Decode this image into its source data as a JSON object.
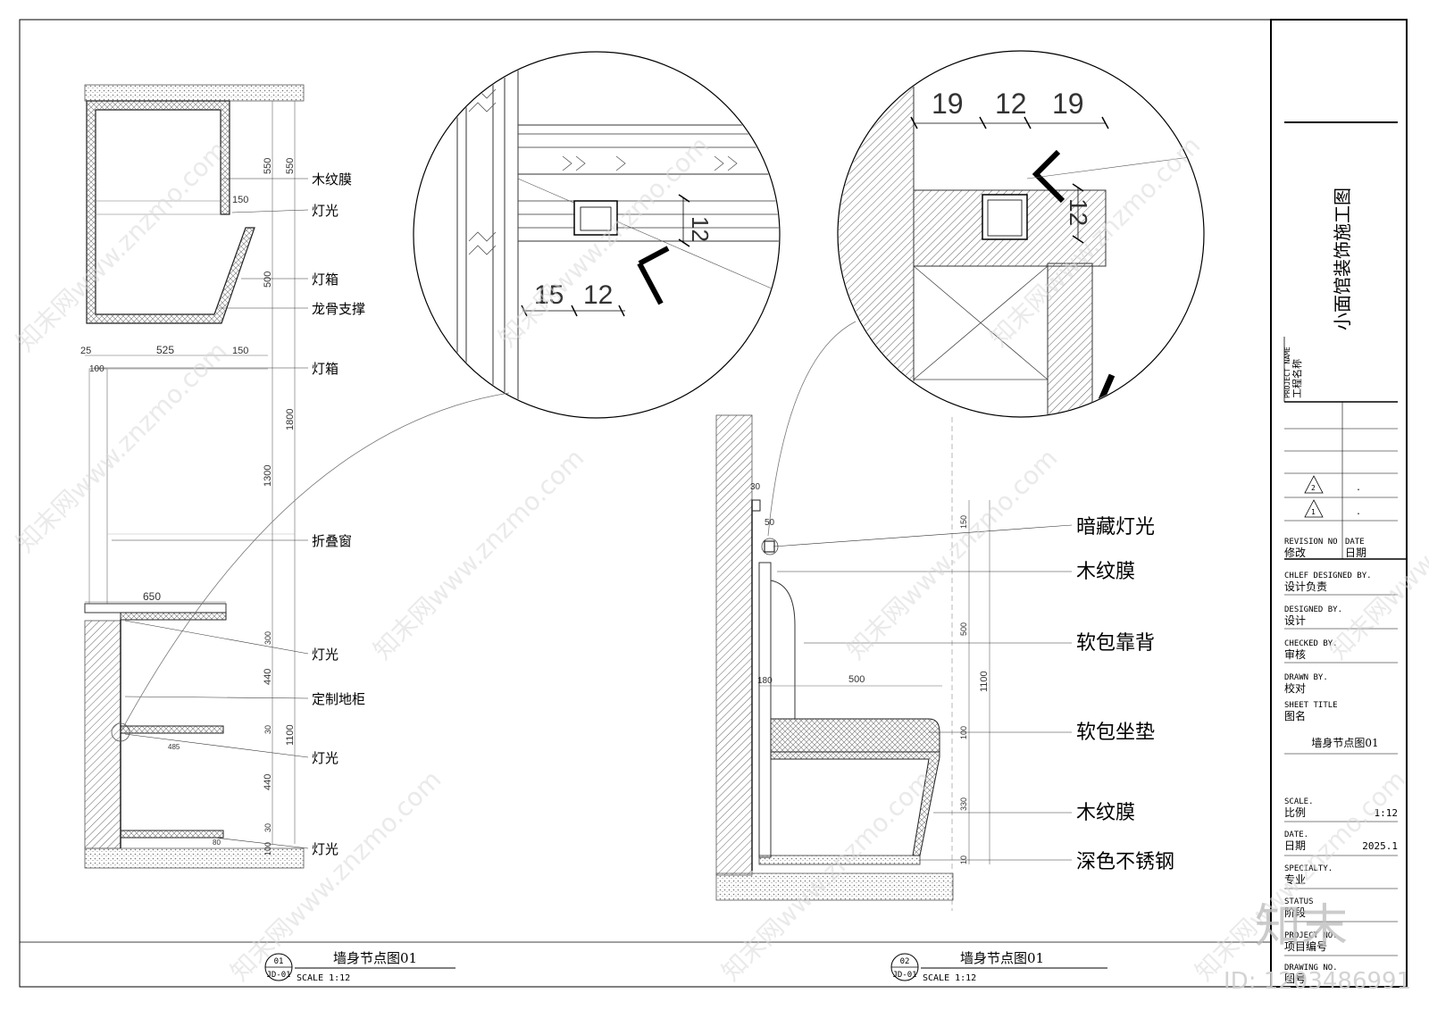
{
  "sheet": {
    "project_title": "小面馆装饰施工图",
    "project_name_en": "PROJECT NAME",
    "project_name_cn": "工程名称",
    "revision_rows": [
      "2",
      "1"
    ],
    "revision_dots": [
      ".",
      "."
    ],
    "revision_en": "REVISION NO",
    "revision_cn": "修改",
    "date_en": "DATE",
    "date_cn": "日期",
    "chief_en": "CHLEF DESIGNED BY.",
    "chief_cn": "设计负责",
    "designed_en": "DESIGNED BY.",
    "designed_cn": "设计",
    "checked_en": "CHECKED BY.",
    "checked_cn": "审核",
    "drawn_en": "DRAWN BY.",
    "drawn_cn": "校对",
    "sheet_title_en": "SHEET TITLE",
    "sheet_title_cn": "图名",
    "sheet_title_value": "墙身节点图01",
    "scale_en": "SCALE.",
    "scale_cn": "比例",
    "scale_value": "1:12",
    "date2_en": "DATE.",
    "date2_cn": "日期",
    "date2_value": "2025.1",
    "specialty_en": "SPECIALTY.",
    "specialty_cn": "专业",
    "status_en": "STATUS",
    "status_cn": "阶段",
    "project_no_en": "PROJECT NO.",
    "project_no_cn": "项目编号",
    "drawing_no_en": "DRAWING NO.",
    "drawing_no_cn": "图号"
  },
  "drawing1": {
    "labels": [
      "木纹膜",
      "灯光",
      "灯箱",
      "龙骨支撑",
      "灯箱",
      "折叠窗",
      "灯光",
      "定制地柜",
      "灯光",
      "灯光"
    ],
    "dims_right": [
      "550",
      "550",
      "500",
      "1800",
      "1300",
      "300",
      "440",
      "30",
      "1100",
      "440",
      "30",
      "100"
    ],
    "dims_top": [
      "25",
      "525",
      "150",
      "150",
      "100",
      "650",
      "485",
      "80"
    ],
    "title": "墙身节点图01",
    "number": "01",
    "code": "JD-01",
    "scale": "SCALE 1:12"
  },
  "drawing2": {
    "labels": [
      "暗藏灯光",
      "木纹膜",
      "软包靠背",
      "软包坐垫",
      "木纹膜",
      "深色不锈钢"
    ],
    "dims": [
      "30",
      "50",
      "150",
      "500",
      "1100",
      "180",
      "500",
      "100",
      "330",
      "10"
    ],
    "title": "墙身节点图01",
    "number": "02",
    "code": "JD-01",
    "scale": "SCALE 1:12"
  },
  "detail_left": {
    "dims": [
      "15",
      "12",
      "12"
    ]
  },
  "detail_right": {
    "dims": [
      "19",
      "12",
      "19",
      "12"
    ]
  },
  "watermark": {
    "site": "知末网www.znzmo.com",
    "brand": "知末",
    "id": "ID: 1203486991"
  }
}
